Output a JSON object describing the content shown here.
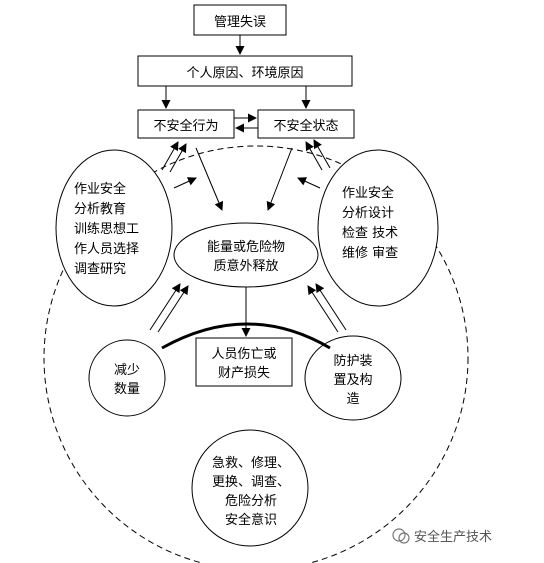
{
  "nodes": {
    "top": "管理失误",
    "causes": "个人原因、环境原因",
    "unsafe_behavior": "不安全行为",
    "unsafe_state": "不安全状态",
    "left_measures": "作业安全\n分析教育\n训练思想工\n作人员选择\n调查研究",
    "right_measures": "作业安全\n分析设计\n检查 技术\n维修 审查",
    "energy_release": "能量或危险物\n质意外释放",
    "reduce_quantity": "减少\n数量",
    "casualty": "人员伤亡或\n财产损失",
    "protection": "防护装\n置及构\n造",
    "bottom_measures": "急救、修理、\n更换、调查、\n危险分析\n安全意识"
  },
  "watermark": {
    "text": "安全生产技术"
  }
}
